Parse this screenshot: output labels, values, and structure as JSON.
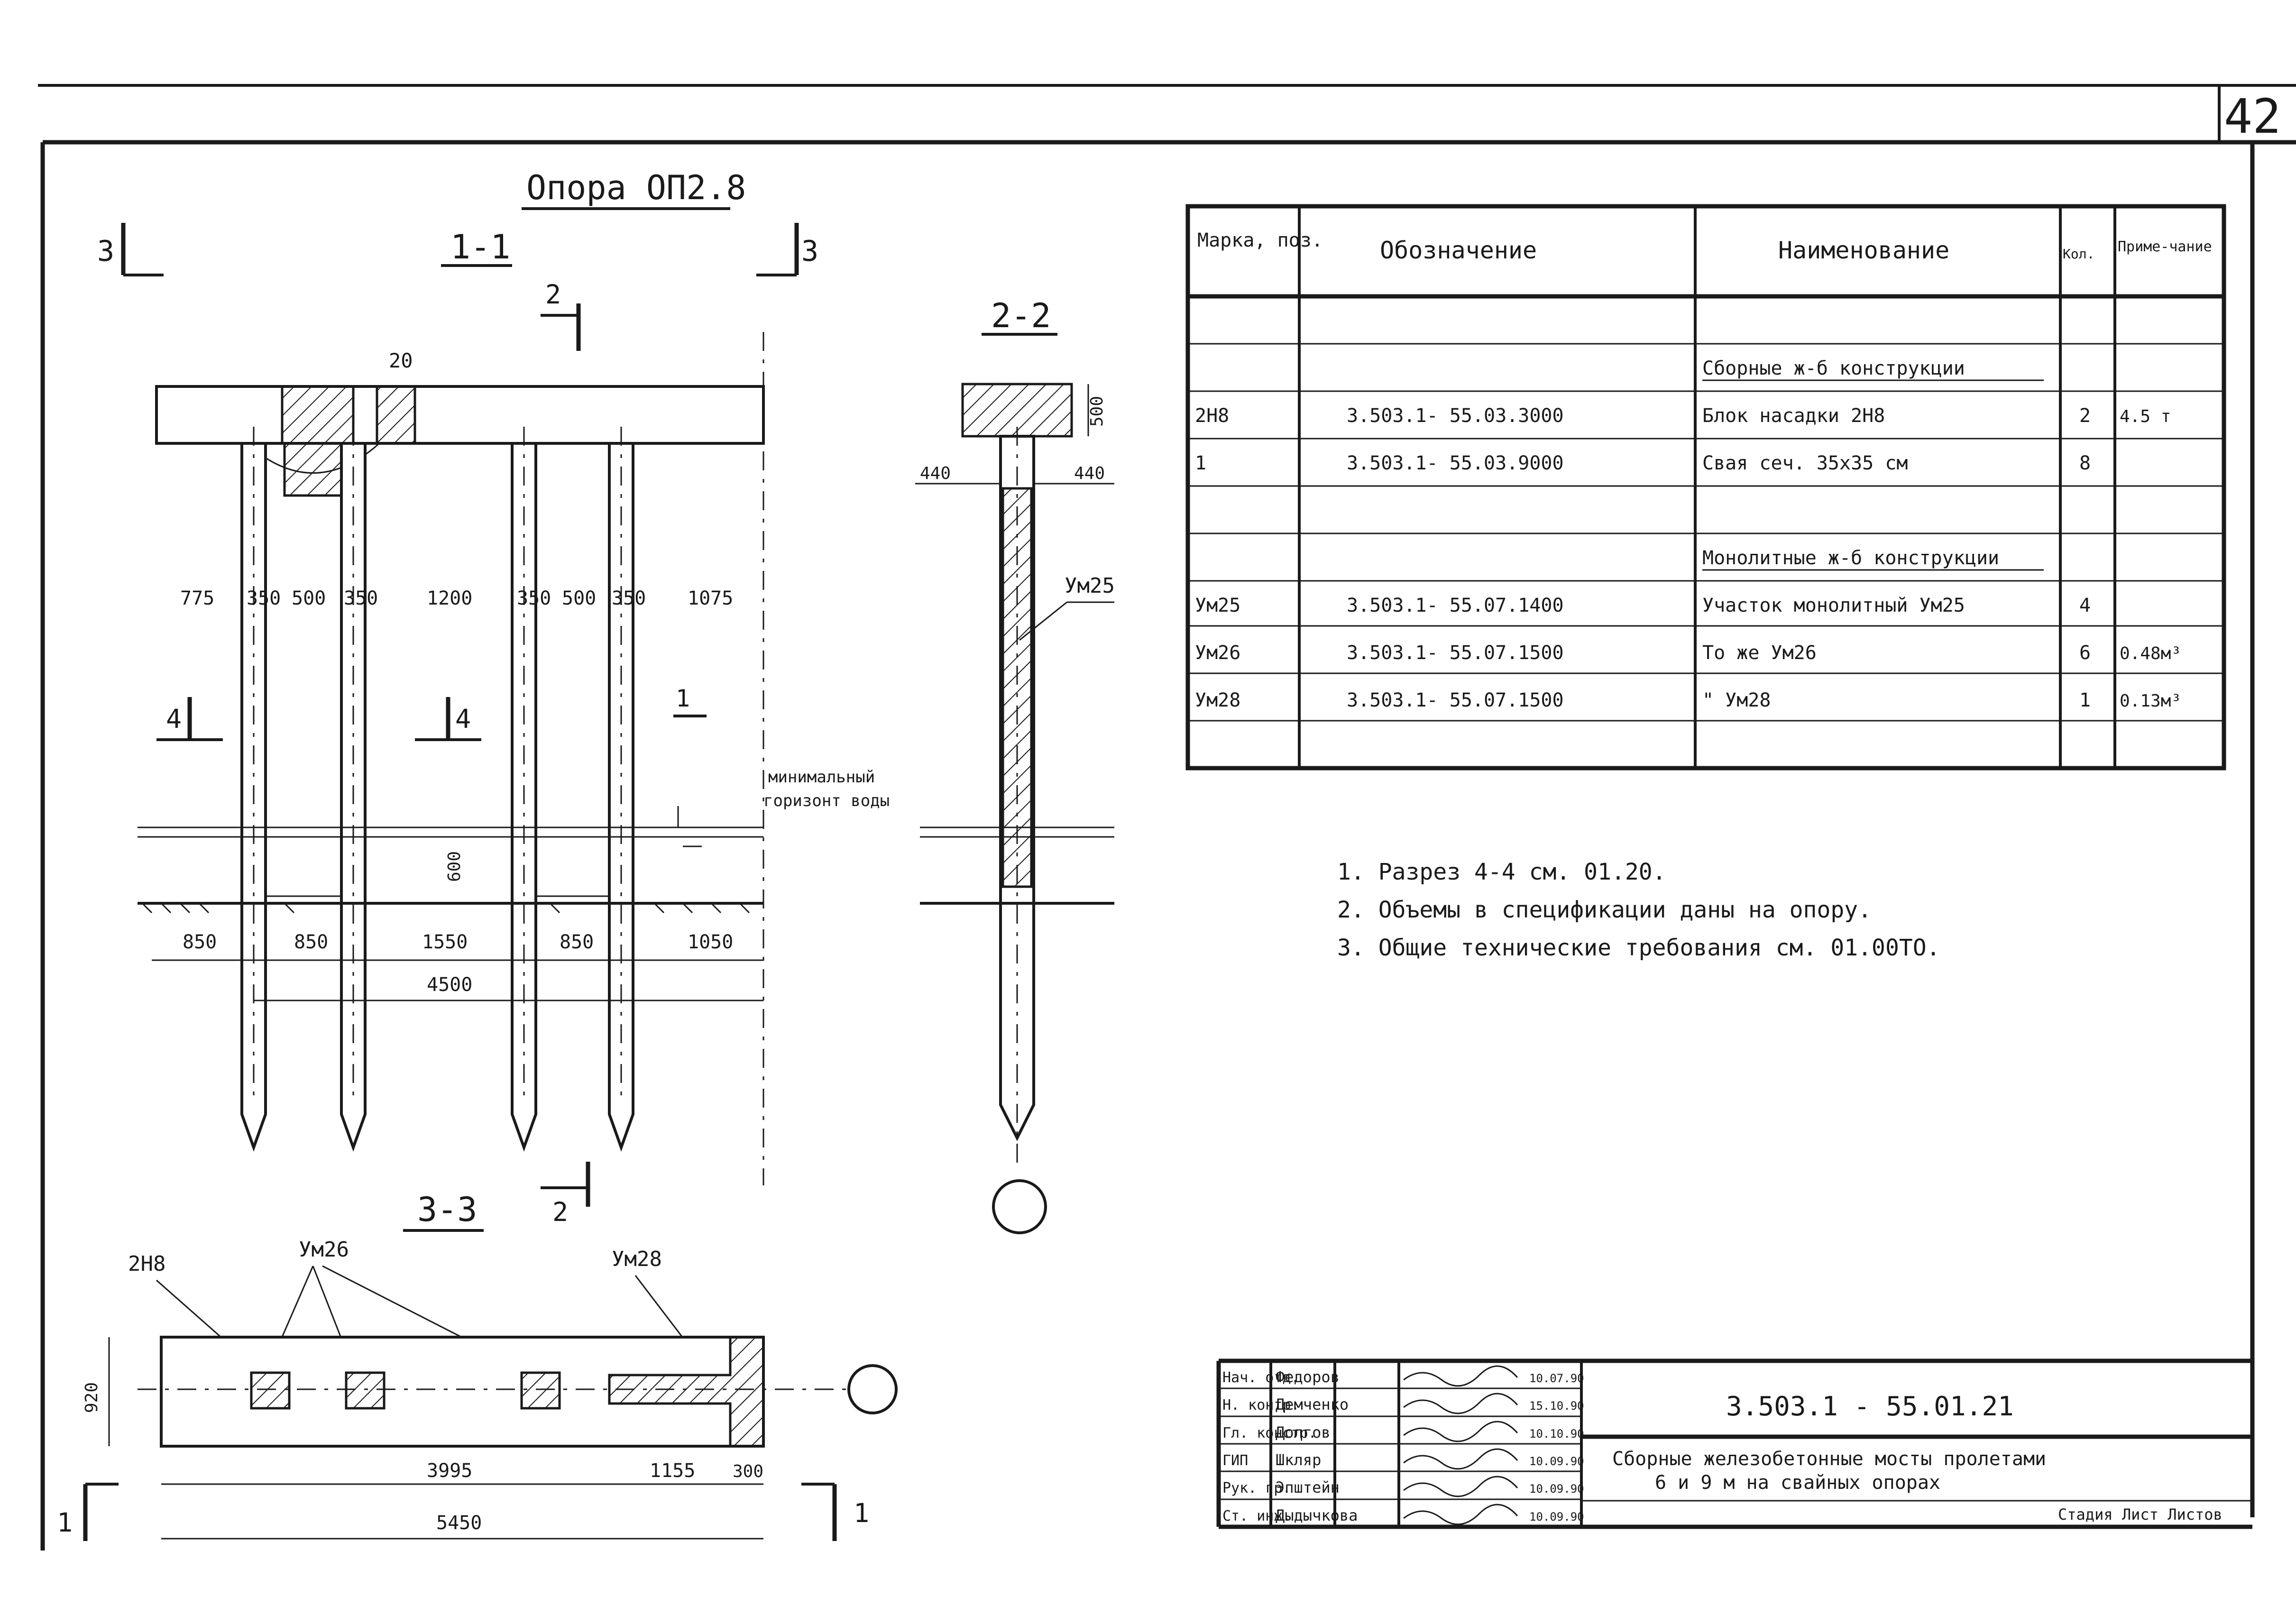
{
  "sheet_number": "42",
  "drawing_title": "Опора ОП2.8",
  "sections": {
    "s11": {
      "label": "1-1",
      "cut3": "3",
      "cut2": "2"
    },
    "s22": {
      "label": "2-2"
    },
    "s33": {
      "label": "3-3"
    },
    "cut4": "4",
    "cut1": "1"
  },
  "dimensions_11": {
    "top": "20",
    "spans": [
      "775",
      "350",
      "500",
      "350",
      "1200",
      "350",
      "500",
      "350",
      "1075"
    ],
    "bottom": [
      "850",
      "850",
      "1550",
      "850",
      "1050"
    ],
    "total": "4500",
    "level": "600",
    "water_note_line1": "минимальный",
    "water_note_line2": "горизонт воды"
  },
  "dimensions_22": {
    "height": "500",
    "left": "440",
    "right": "440",
    "mark": "Ум25"
  },
  "dimensions_33": {
    "width": "920",
    "bottom": [
      "3995",
      "1155",
      "300"
    ],
    "total": "5450",
    "labels": [
      "2Н8",
      "Ум26",
      "Ум28"
    ]
  },
  "spec_table": {
    "headers": [
      "Марка, поз.",
      "Обозначение",
      "Наименование",
      "Кол.",
      "Приме-чание"
    ],
    "rows": [
      [
        "",
        "",
        "",
        "",
        ""
      ],
      [
        "",
        "",
        "Сборные ж-б конструкции",
        "",
        ""
      ],
      [
        "2Н8",
        "3.503.1- 55.03.3000",
        "Блок насадки 2Н8",
        "2",
        "4.5 т"
      ],
      [
        "1",
        "3.503.1- 55.03.9000",
        "Свая сеч. 35х35 см",
        "8",
        ""
      ],
      [
        "",
        "",
        "",
        "",
        ""
      ],
      [
        "",
        "",
        "Монолитные ж-б конструкции",
        "",
        ""
      ],
      [
        "Ум25",
        "3.503.1- 55.07.1400",
        "Участок монолитный Ум25",
        "4",
        ""
      ],
      [
        "Ум26",
        "3.503.1- 55.07.1500",
        "То же Ум26",
        "6",
        "0.48м³"
      ],
      [
        "Ум28",
        "3.503.1- 55.07.1500",
        "\" Ум28",
        "1",
        "0.13м³"
      ],
      [
        "",
        "",
        "",
        "",
        ""
      ]
    ]
  },
  "notes": [
    "1. Разрез 4-4 см. 01.20.",
    "2. Объемы в спецификации даны на опору.",
    "3. Общие технические требования см. 01.00ТО."
  ],
  "title_block": {
    "roles": [
      "Нач. отд.",
      "Н. контр.",
      "Гл. констр.",
      "ГИП",
      "Рук. гр.",
      "Ст. инж."
    ],
    "names": [
      "Федоров",
      "Демченко",
      "Долгов",
      "Шкляр",
      "Эпштейн",
      "Дыдычкова"
    ],
    "dates": [
      "10.07.90",
      "15.10.90",
      "10.10.90",
      "10.09.90",
      "10.09.90",
      "10.09.90"
    ],
    "code": "3.503.1 - 55.01.21",
    "description_line1": "Сборные железобетонные мосты пролетами",
    "description_line2": "6 и 9 м на свайных опорах",
    "footer": "Стадия Лист Листов"
  }
}
